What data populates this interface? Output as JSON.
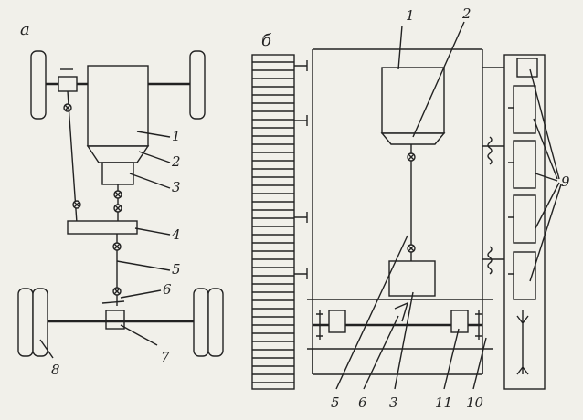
{
  "diagram": {
    "view_a_label": "а",
    "view_b_label": "б",
    "callouts_a": [
      "1",
      "2",
      "3",
      "4",
      "5",
      "6",
      "7",
      "8"
    ],
    "callouts_b_top": [
      "1",
      "2",
      "9"
    ],
    "callouts_b_bottom": [
      "5",
      "6",
      "3",
      "11",
      "10"
    ]
  },
  "colors": {
    "ink": "#222222",
    "paper": "#f1f0ea"
  }
}
